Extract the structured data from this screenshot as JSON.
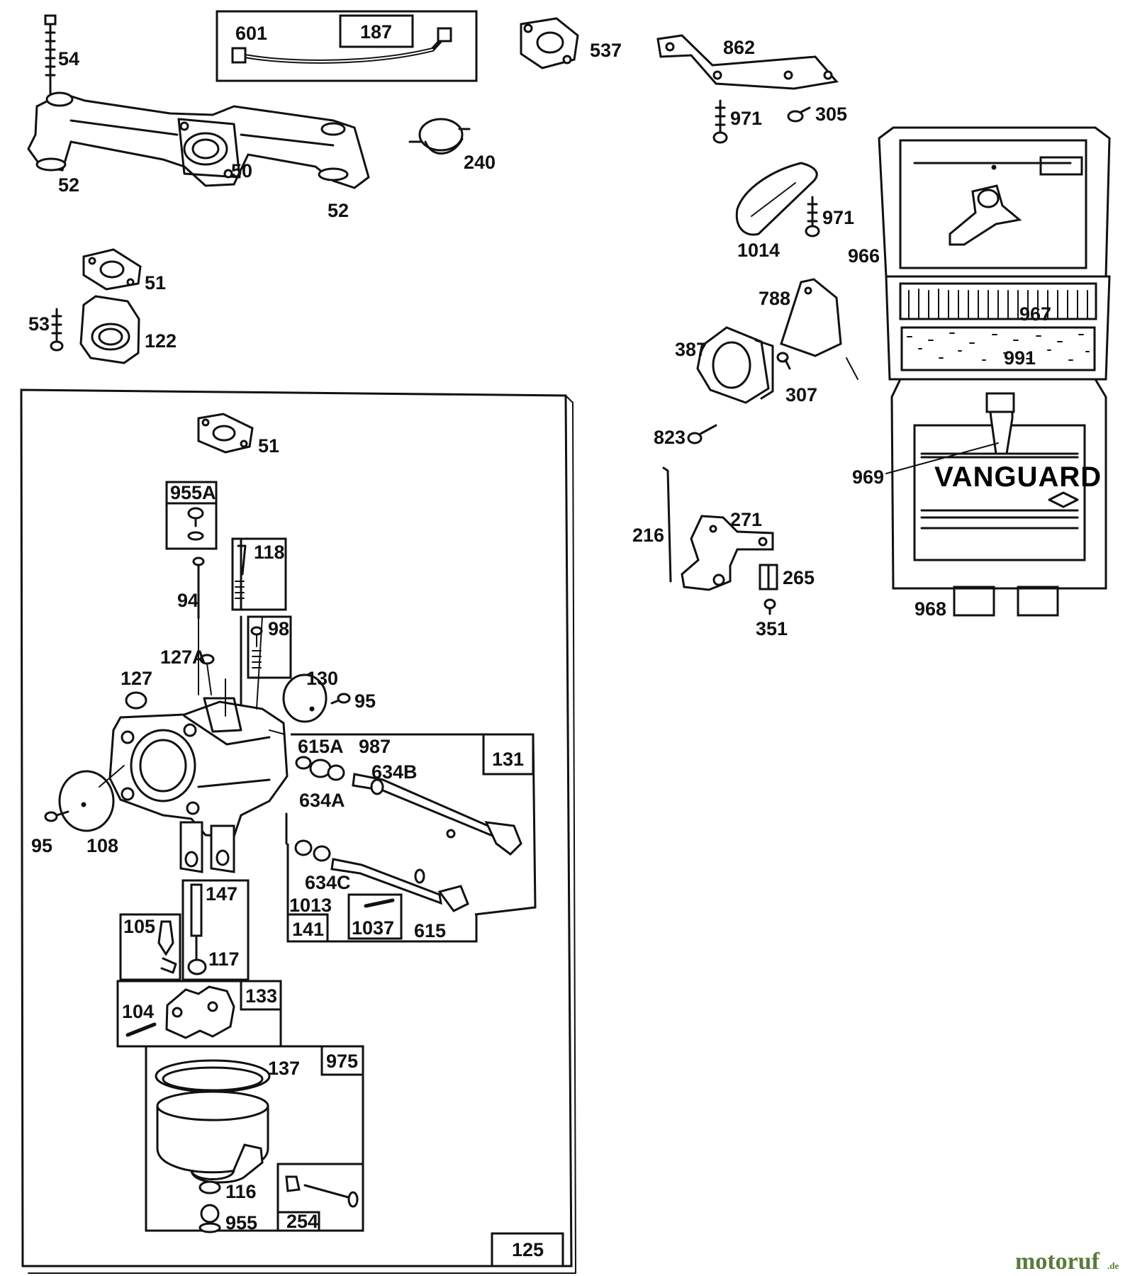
{
  "diagram": {
    "brand_text": "VANGUARD",
    "watermark": {
      "main": "motoruf",
      "suffix": ".de"
    },
    "part_labels": [
      "54",
      "601",
      "537",
      "862",
      "971",
      "305",
      "240",
      "50",
      "52",
      "52",
      "971",
      "1014",
      "966",
      "51",
      "53",
      "122",
      "788",
      "967",
      "387",
      "991",
      "307",
      "51",
      "823",
      "969",
      "216",
      "271",
      "265",
      "94",
      "968",
      "351",
      "127A",
      "127",
      "130",
      "95",
      "615A",
      "987",
      "634B",
      "634A",
      "95",
      "108",
      "634C",
      "1013",
      "615",
      "117",
      "104",
      "137",
      "116",
      "955"
    ],
    "box_labels": [
      "187",
      "955A",
      "118",
      "98",
      "131",
      "141",
      "1037",
      "147",
      "105",
      "133",
      "975",
      "254",
      "125"
    ]
  }
}
